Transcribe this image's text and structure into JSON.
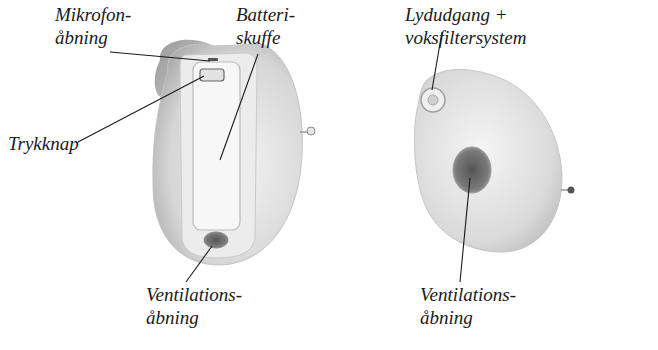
{
  "diagram": {
    "labels": [
      "Mikrofon- åbning",
      "Batteri- skuffe",
      "Lydudgang + voksfiltersystem",
      "Trykknap",
      "Ventilations- åbning",
      "Ventilations- åbning"
    ]
  }
}
